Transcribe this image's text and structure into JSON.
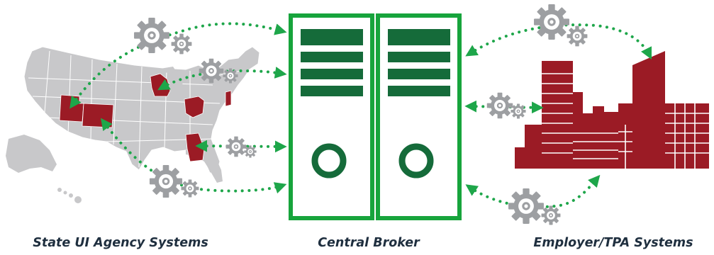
{
  "captions": {
    "state_systems": "State UI Agency Systems",
    "central_broker": "Central Broker",
    "employer_systems": "Employer/TPA Systems"
  },
  "colors": {
    "map_gray": "#c8c8ca",
    "highlight_red": "#9b1b25",
    "broker_green": "#17a43c",
    "broker_dark_green": "#156b3a",
    "arrow_green": "#1ea64a",
    "gear_gray": "#9d9fa2",
    "caption": "#1f2f3f"
  },
  "icons": {
    "gear": "gear-icon",
    "arrow": "bidirectional-dotted-arrow"
  }
}
